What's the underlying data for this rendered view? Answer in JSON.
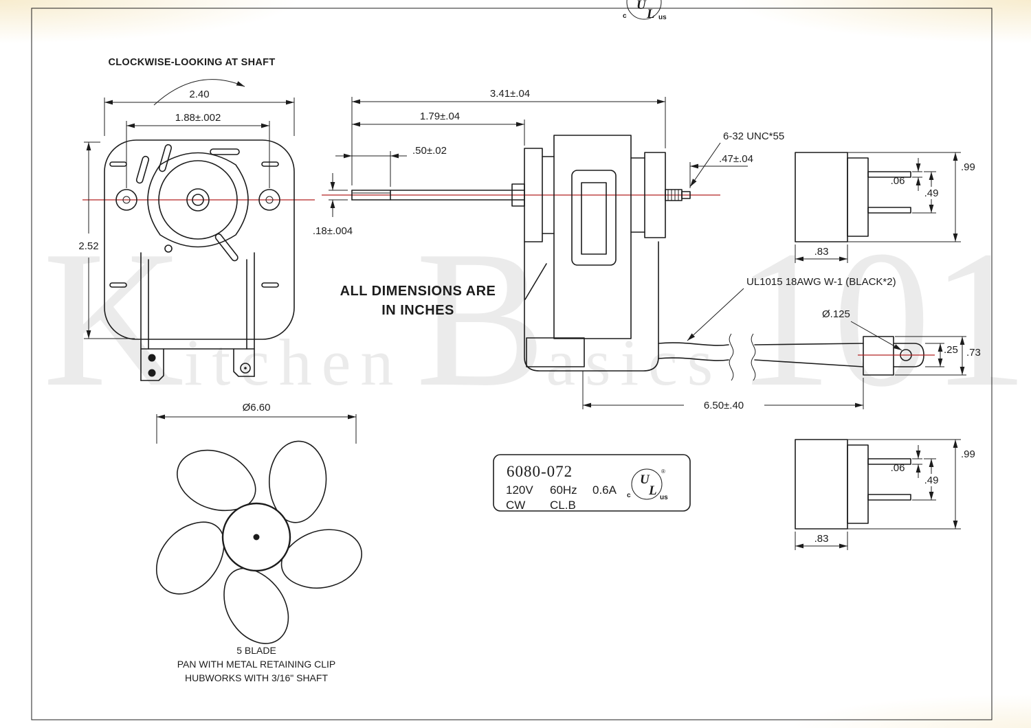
{
  "colors": {
    "line": "#1c1c1c",
    "centerline": "#b22222",
    "watermark": "#ebebeb"
  },
  "watermark": {
    "k": "K",
    "itchen": "itchen",
    "b": "B",
    "asics": "asics",
    "num": "101"
  },
  "front_view": {
    "title": "CLOCKWISE-LOOKING AT SHAFT",
    "dim_width": "2.40",
    "dim_hole_span": "1.88±.002",
    "dim_height": "2.52"
  },
  "side_view": {
    "dim_overall": "3.41±.04",
    "dim_to_face": "1.79±.04",
    "dim_flat": ".50±.02",
    "dim_shaft_dia": ".18±.004",
    "dim_rear_shaft": ".47±.04",
    "thread_label": "6-32 UNC*55"
  },
  "lead_wires": {
    "label": "UL1015 18AWG W-1 (BLACK*2)",
    "dim_length": "6.50±.40",
    "dim_hole_dia": "Ø.125",
    "dim_tab": ".25",
    "dim_terminal_height": ".73"
  },
  "plug": {
    "dim_prong_thickness": ".06",
    "dim_prong_span": ".49",
    "dim_dia": ".99",
    "dim_grip": ".83"
  },
  "note": {
    "line1": "ALL DIMENSIONS ARE",
    "line2": "IN INCHES"
  },
  "nameplate": {
    "model": "6080-072",
    "voltage": "120V",
    "frequency": "60Hz",
    "current": "0.6A",
    "rotation": "CW",
    "ins_class": "CL.B",
    "ul_u": "U",
    "ul_l": "L",
    "ul_c": "c",
    "ul_us": "us",
    "ul_r": "®"
  },
  "fan": {
    "dim_diameter": "Ø6.60",
    "note1": "5 BLADE",
    "note2": "PAN WITH METAL RETAINING CLIP",
    "note3": "HUBWORKS WITH 3/16\" SHAFT"
  }
}
